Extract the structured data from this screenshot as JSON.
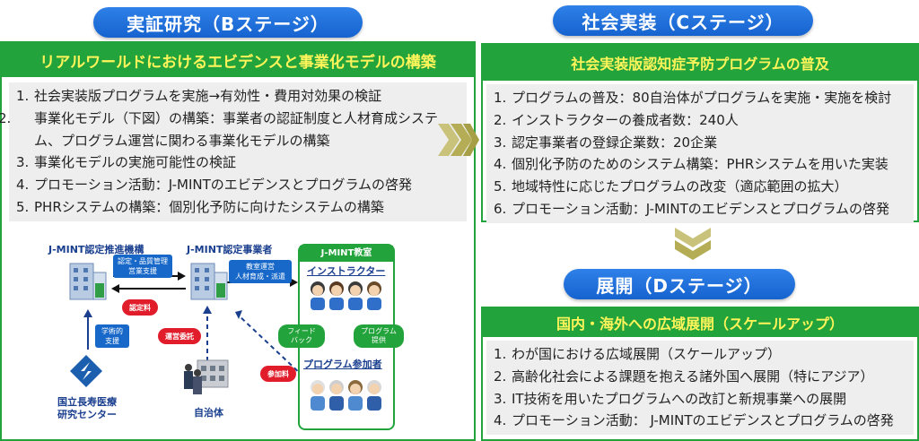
{
  "stage_b": {
    "title": "実証研究（Bステージ）",
    "header": "リアルワールドにおけるエビデンスと事業化モデルの構築",
    "items": [
      {
        "num": "1.",
        "text": "社会実装版プログラムを実施→有効性・費用対効果の検証"
      },
      {
        "num": "2.",
        "text": "事業化モデル（下図）の構築：事業者の認証制度と人材育成システム、プログラム運営に関わる事業化モデルの構築"
      },
      {
        "num": "3.",
        "text": "事業化モデルの実施可能性の検証"
      },
      {
        "num": "4.",
        "text": "プロモーション活動：J-MINTのエビデンスとプログラムの啓発"
      },
      {
        "num": "5.",
        "text": "PHRシステムの構築：個別化予防に向けたシステムの構築"
      }
    ]
  },
  "diagram": {
    "org_promotion": "J-MINT認定推進機構",
    "org_certified": "J-MINT認定事業者",
    "classroom": "J-MINT教室",
    "instructor": "インストラクター",
    "participants": "プログラム参加者",
    "ncgg_line1": "国立長寿医療",
    "ncgg_line2": "研究センター",
    "municipality": "自治体",
    "tag_cert_line1": "認定・品質管理",
    "tag_cert_line2": "営業支援",
    "tag_ops_line1": "教室運営",
    "tag_ops_line2": "人材育成・派遣",
    "fee_cert": "認定料",
    "support_line1": "学術的",
    "support_line2": "支援",
    "commission": "運営委託",
    "fee_participation": "参加料",
    "feedback_line1": "フィード",
    "feedback_line2": "バック",
    "program_line1": "プログラム",
    "program_line2": "提供"
  },
  "stage_c": {
    "title": "社会実装（Cステージ）",
    "header": "社会実装版認知症予防プログラムの普及",
    "items": [
      {
        "num": "1.",
        "text": "プログラムの普及：80自治体がプログラムを実施・実施を検討"
      },
      {
        "num": "2.",
        "text": "インストラクターの養成者数：240人"
      },
      {
        "num": "3.",
        "text": "認定事業者の登録企業数：20企業"
      },
      {
        "num": "4.",
        "text": "個別化予防のためのシステム構築：PHRシステムを用いた実装"
      },
      {
        "num": "5.",
        "text": "地域特性に応じたプログラムの改変（適応範囲の拡大）"
      },
      {
        "num": "6.",
        "text": "プロモーション活動：J-MINTのエビデンスとプログラムの啓発"
      }
    ]
  },
  "stage_d": {
    "title": "展開（Dステージ）",
    "header": "国内・海外への広域展開（スケールアップ）",
    "items": [
      {
        "num": "1.",
        "text": "わが国における広域展開（スケールアップ）"
      },
      {
        "num": "2.",
        "text": "高齢化社会による課題を抱える諸外国へ展開（特にアジア）"
      },
      {
        "num": "3.",
        "text": "IT技術を用いたプログラムへの改訂と新規事業への展開"
      },
      {
        "num": "4.",
        "text": "プロモーション活動：  J-MINTのエビデンスとプログラムの啓発"
      }
    ]
  },
  "colors": {
    "pill_blue": "#1b6fd9",
    "panel_green": "#22a33b",
    "header_yellow": "#fff45a",
    "fee_red": "#e11d2b",
    "chevron_olive": "#b4ad55"
  }
}
